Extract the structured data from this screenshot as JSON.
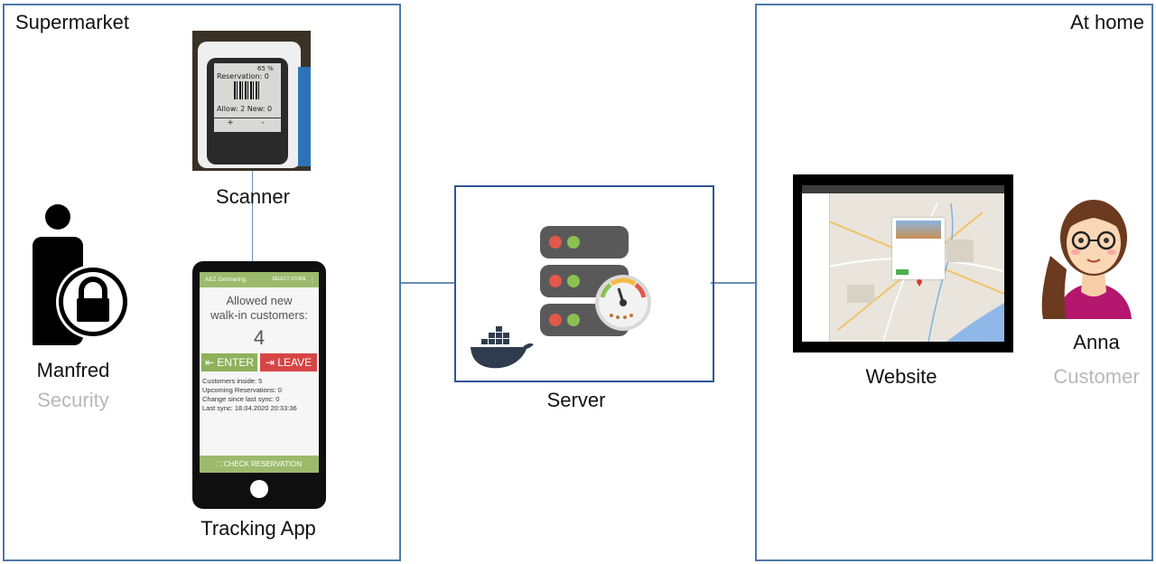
{
  "regions": {
    "supermarket": "Supermarket",
    "home": "At home"
  },
  "security": {
    "name": "Manfred",
    "role": "Security"
  },
  "customer": {
    "name": "Anna",
    "role": "Customer"
  },
  "components": {
    "scanner": "Scanner",
    "tracking_app": "Tracking App",
    "server": "Server",
    "website": "Website"
  },
  "scanner_screen": {
    "battery": "65 %",
    "reservation": "Reservation: 0",
    "status": "Allow: 2 New: 0",
    "plus": "+",
    "minus": "-"
  },
  "app": {
    "title": "AEZ Germering",
    "select_store": "SELECT STORE",
    "menu": "⋮",
    "allowed_line1": "Allowed new",
    "allowed_line2": "walk-in customers:",
    "count": "4",
    "enter": "ENTER",
    "leave": "LEAVE",
    "info": [
      "Customers inside: 5",
      "Upcoming Reservations: 0",
      "Change since last sync: 0",
      "Last sync: 18.04.2020 20:33:36"
    ],
    "check_reservation": "CHECK RESERVATION"
  },
  "colors": {
    "frame": "#4e79a7",
    "server_frame": "#2f5597",
    "app_green": "#9cba6c",
    "leave_red": "#d64545",
    "sub_label": "#b8b8b8"
  },
  "icons": [
    "security-guard-lock-icon",
    "server-gauge-icon",
    "docker-whale-icon",
    "customer-avatar-icon"
  ]
}
